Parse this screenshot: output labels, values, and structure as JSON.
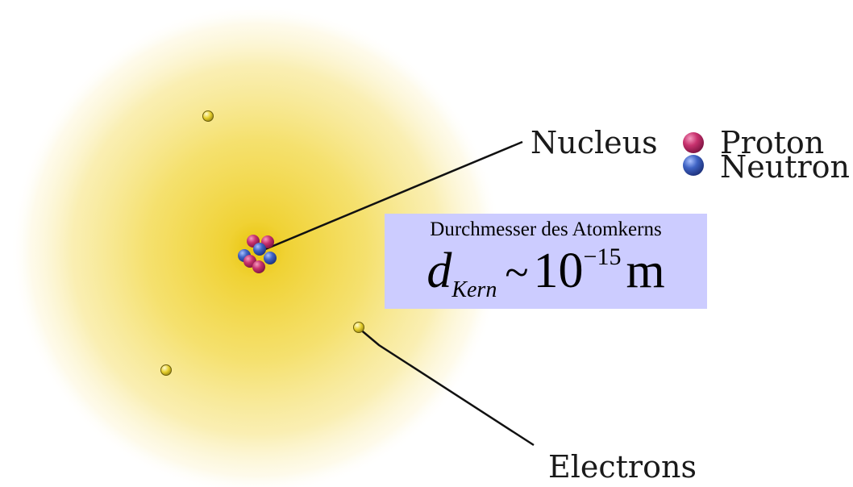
{
  "labels": {
    "nucleus": "Nucleus",
    "proton": "Proton",
    "neutron": "Neutron",
    "electrons": "Electrons"
  },
  "formula": {
    "caption": "Durchmesser des Atomkerns",
    "symbol": "d",
    "subscript": "Kern",
    "operator": "~",
    "base": "10",
    "exponent": "−15",
    "unit": "m"
  },
  "colors": {
    "cloud": "#f2dc5a",
    "proton": "#c8326e",
    "neutron": "#3f63c4",
    "electron": "#e6cf2c",
    "formula_box": "#ccccff",
    "leader_line": "#111111"
  }
}
